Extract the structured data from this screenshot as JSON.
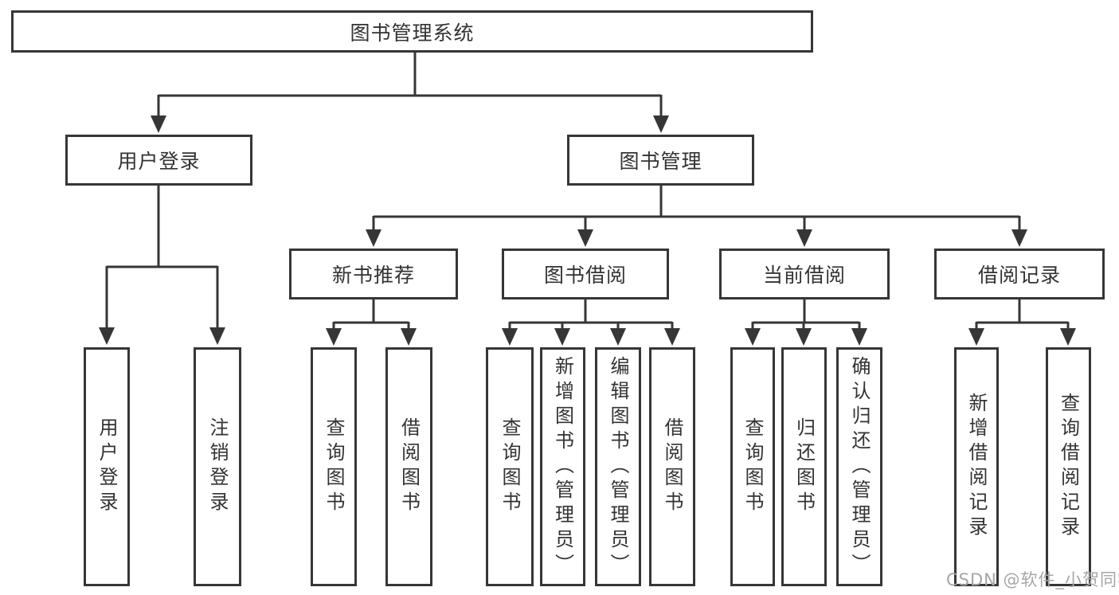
{
  "diagram": {
    "colors": {
      "line": "#363636",
      "box_border": "#363636",
      "text": "#333333",
      "background": "#ffffff",
      "watermark": "#a6a6a6"
    },
    "watermark": "CSDN @软件_小贺同学",
    "nodes": {
      "root": {
        "label": "图书管理系统"
      },
      "level2": [
        {
          "label": "用户登录",
          "parent": "图书管理系统"
        },
        {
          "label": "图书管理",
          "parent": "图书管理系统"
        }
      ],
      "level3": [
        {
          "label": "新书推荐",
          "parent": "图书管理"
        },
        {
          "label": "图书借阅",
          "parent": "图书管理"
        },
        {
          "label": "当前借阅",
          "parent": "图书管理"
        },
        {
          "label": "借阅记录",
          "parent": "图书管理"
        }
      ],
      "leaves": [
        {
          "label": "用户登录",
          "parent": "用户登录"
        },
        {
          "label": "注销登录",
          "parent": "用户登录"
        },
        {
          "label": "查询图书",
          "parent": "新书推荐"
        },
        {
          "label": "借阅图书",
          "parent": "新书推荐"
        },
        {
          "label": "查询图书",
          "parent": "图书借阅"
        },
        {
          "label": "新增图书（管理员）",
          "parent": "图书借阅"
        },
        {
          "label": "编辑图书（管理员）",
          "parent": "图书借阅"
        },
        {
          "label": "借阅图书",
          "parent": "图书借阅"
        },
        {
          "label": "查询图书",
          "parent": "当前借阅"
        },
        {
          "label": "归还图书",
          "parent": "当前借阅"
        },
        {
          "label": "确认归还（管理员）",
          "parent": "当前借阅"
        },
        {
          "label": "新增借阅记录",
          "parent": "借阅记录"
        },
        {
          "label": "查询借阅记录",
          "parent": "借阅记录"
        }
      ]
    }
  }
}
